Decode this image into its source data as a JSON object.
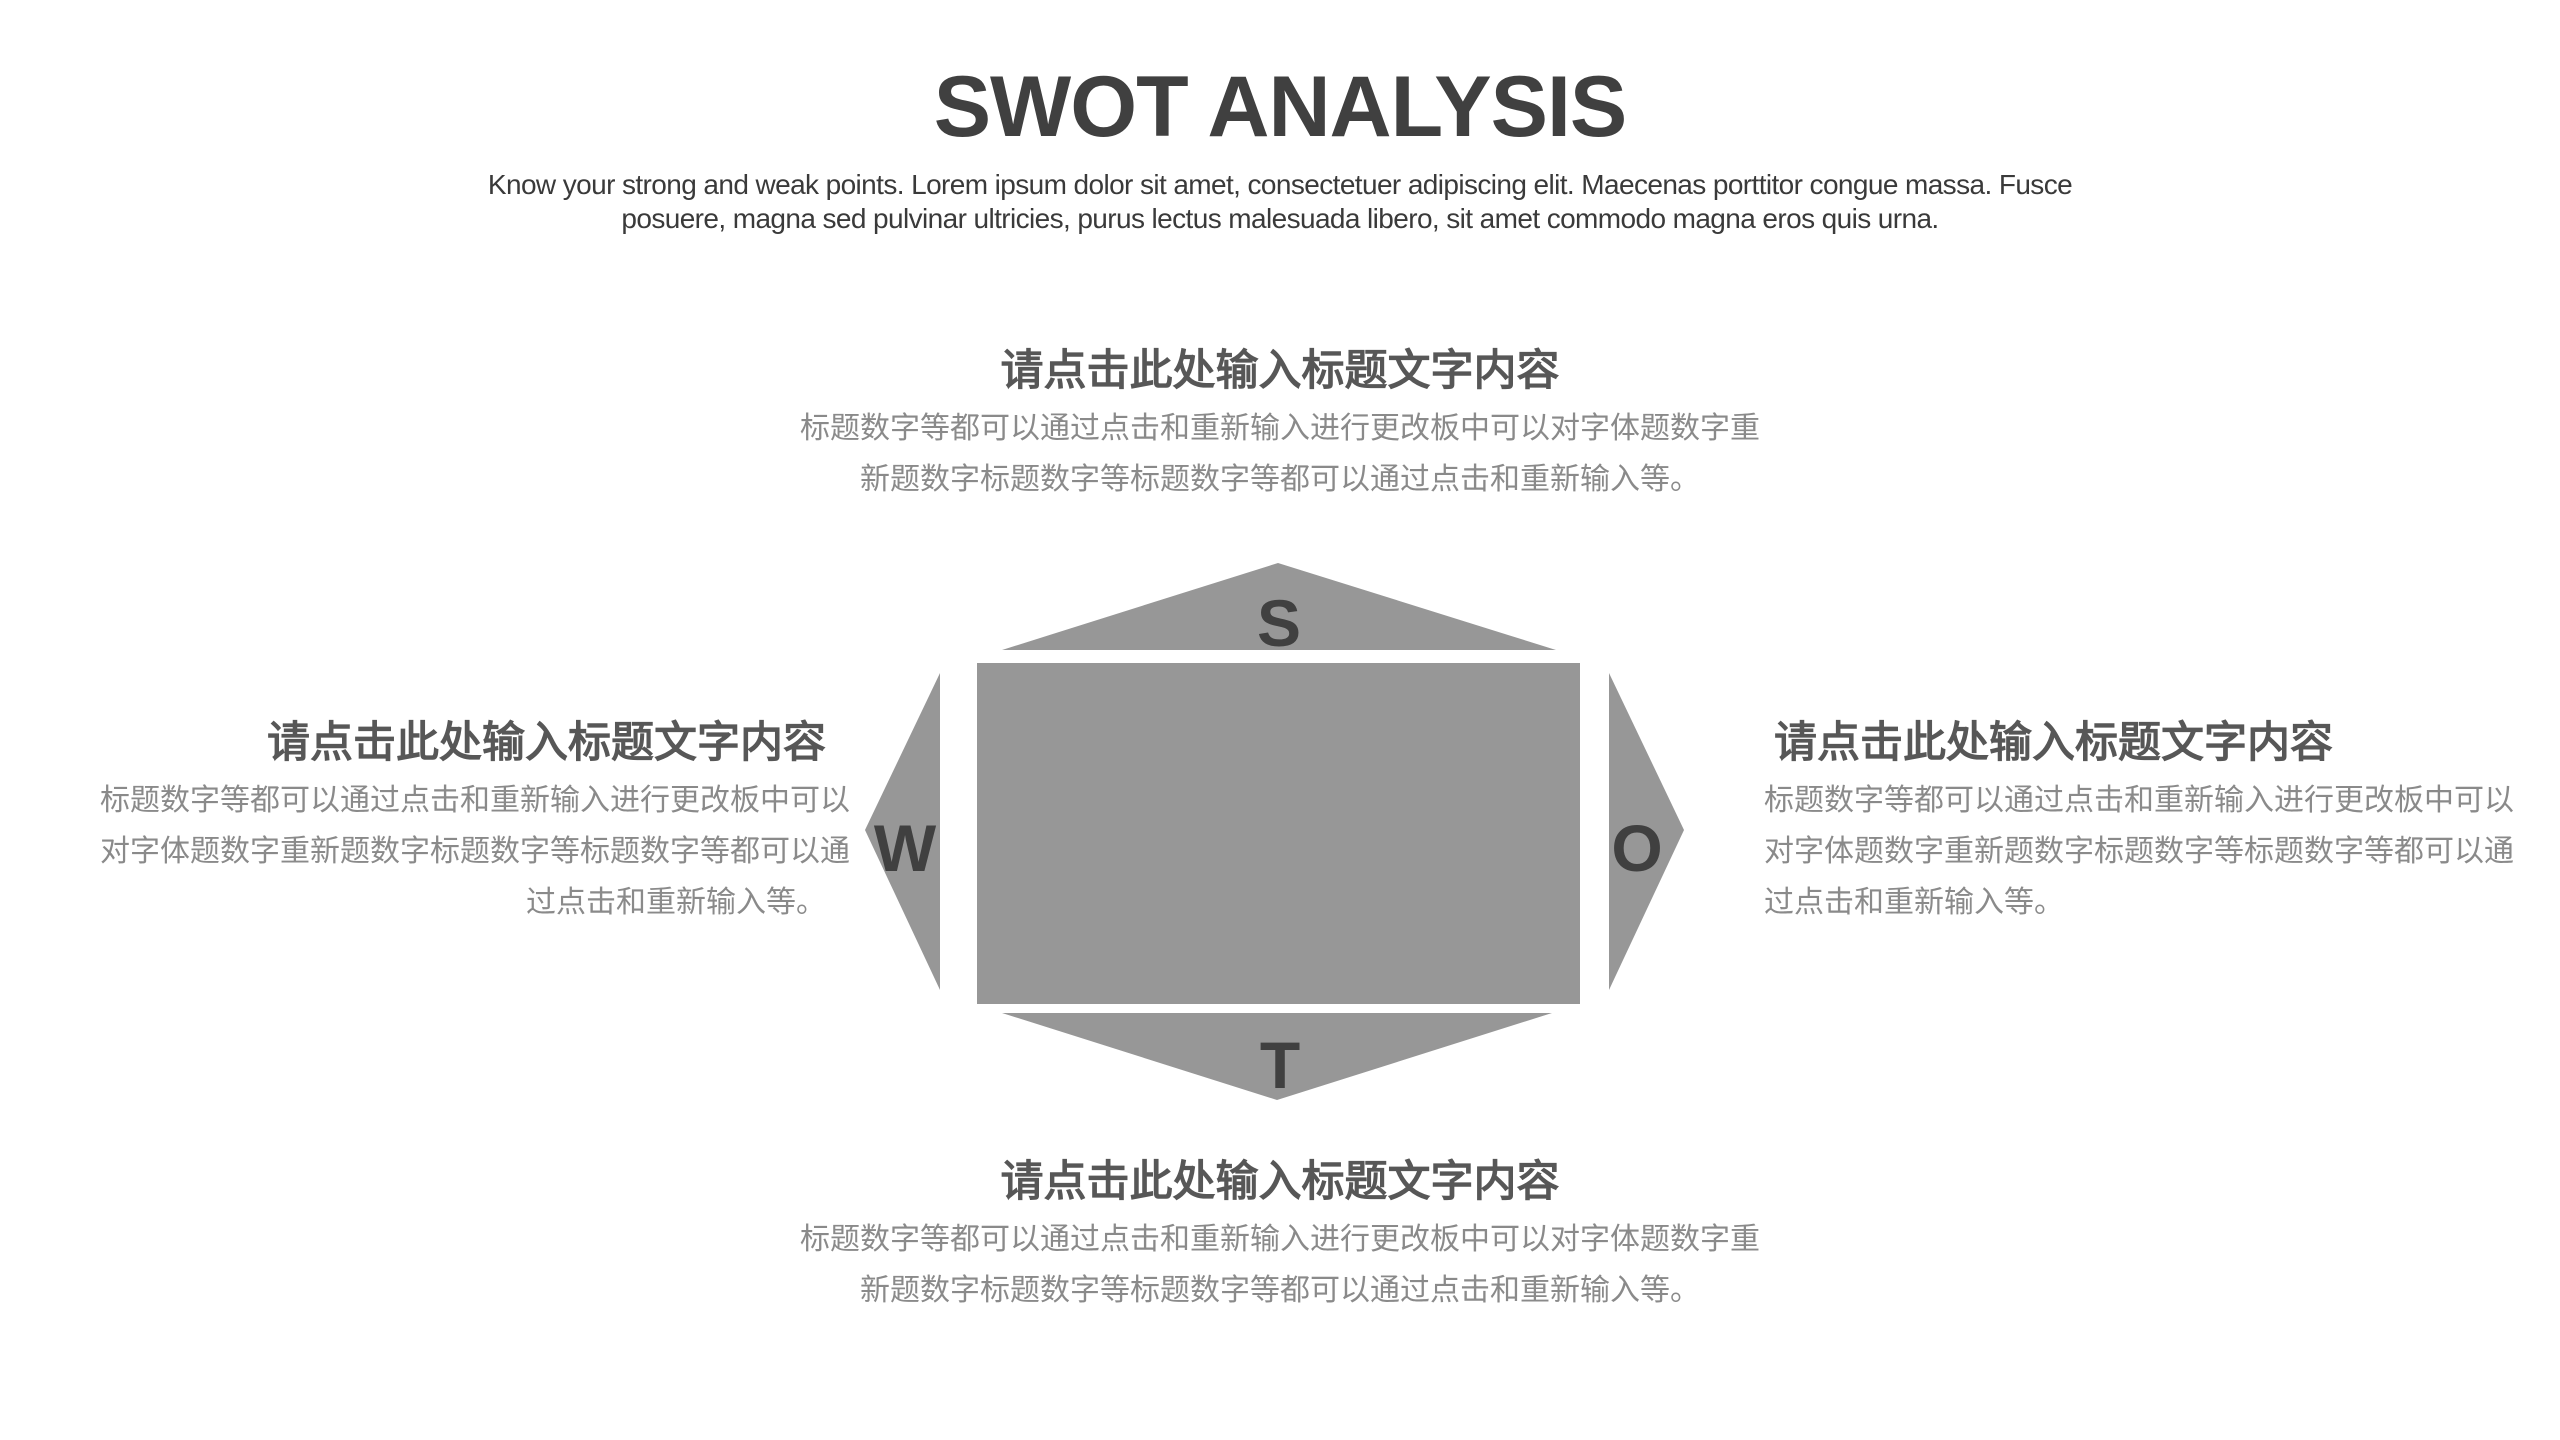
{
  "header": {
    "title": "SWOT ANALYSIS",
    "subtitle_lines": [
      "Know your strong and weak points. Lorem ipsum dolor sit amet, consectetuer adipiscing elit. Maecenas porttitor congue massa. Fusce",
      "posuere, magna sed pulvinar ultricies, purus lectus malesuada libero, sit amet commodo magna eros quis urna."
    ]
  },
  "colors": {
    "shape_fill": "#979797",
    "letter": "#404040",
    "heading": "#575757",
    "body": "#8a8a8a",
    "title": "#404040"
  },
  "diagram": {
    "letters": {
      "s": "S",
      "w": "W",
      "o": "O",
      "t": "T"
    }
  },
  "blocks": {
    "top": {
      "heading": "请点击此处输入标题文字内容",
      "body_lines": [
        "标题数字等都可以通过点击和重新输入进行更改板中可以对字体题数字重",
        "新题数字标题数字等标题数字等都可以通过点击和重新输入等。"
      ]
    },
    "left": {
      "heading": "请点击此处输入标题文字内容",
      "body_lines": [
        "标题数字等都可以通过点击和重新输入进行更改板中可以",
        "对字体题数字重新题数字标题数字等标题数字等都可以通",
        "过点击和重新输入等。"
      ]
    },
    "right": {
      "heading": "请点击此处输入标题文字内容",
      "body_lines": [
        "标题数字等都可以通过点击和重新输入进行更改板中可以",
        "对字体题数字重新题数字标题数字等标题数字等都可以通",
        "过点击和重新输入等。"
      ]
    },
    "bottom": {
      "heading": "请点击此处输入标题文字内容",
      "body_lines": [
        "标题数字等都可以通过点击和重新输入进行更改板中可以对字体题数字重",
        "新题数字标题数字等标题数字等都可以通过点击和重新输入等。"
      ]
    }
  }
}
